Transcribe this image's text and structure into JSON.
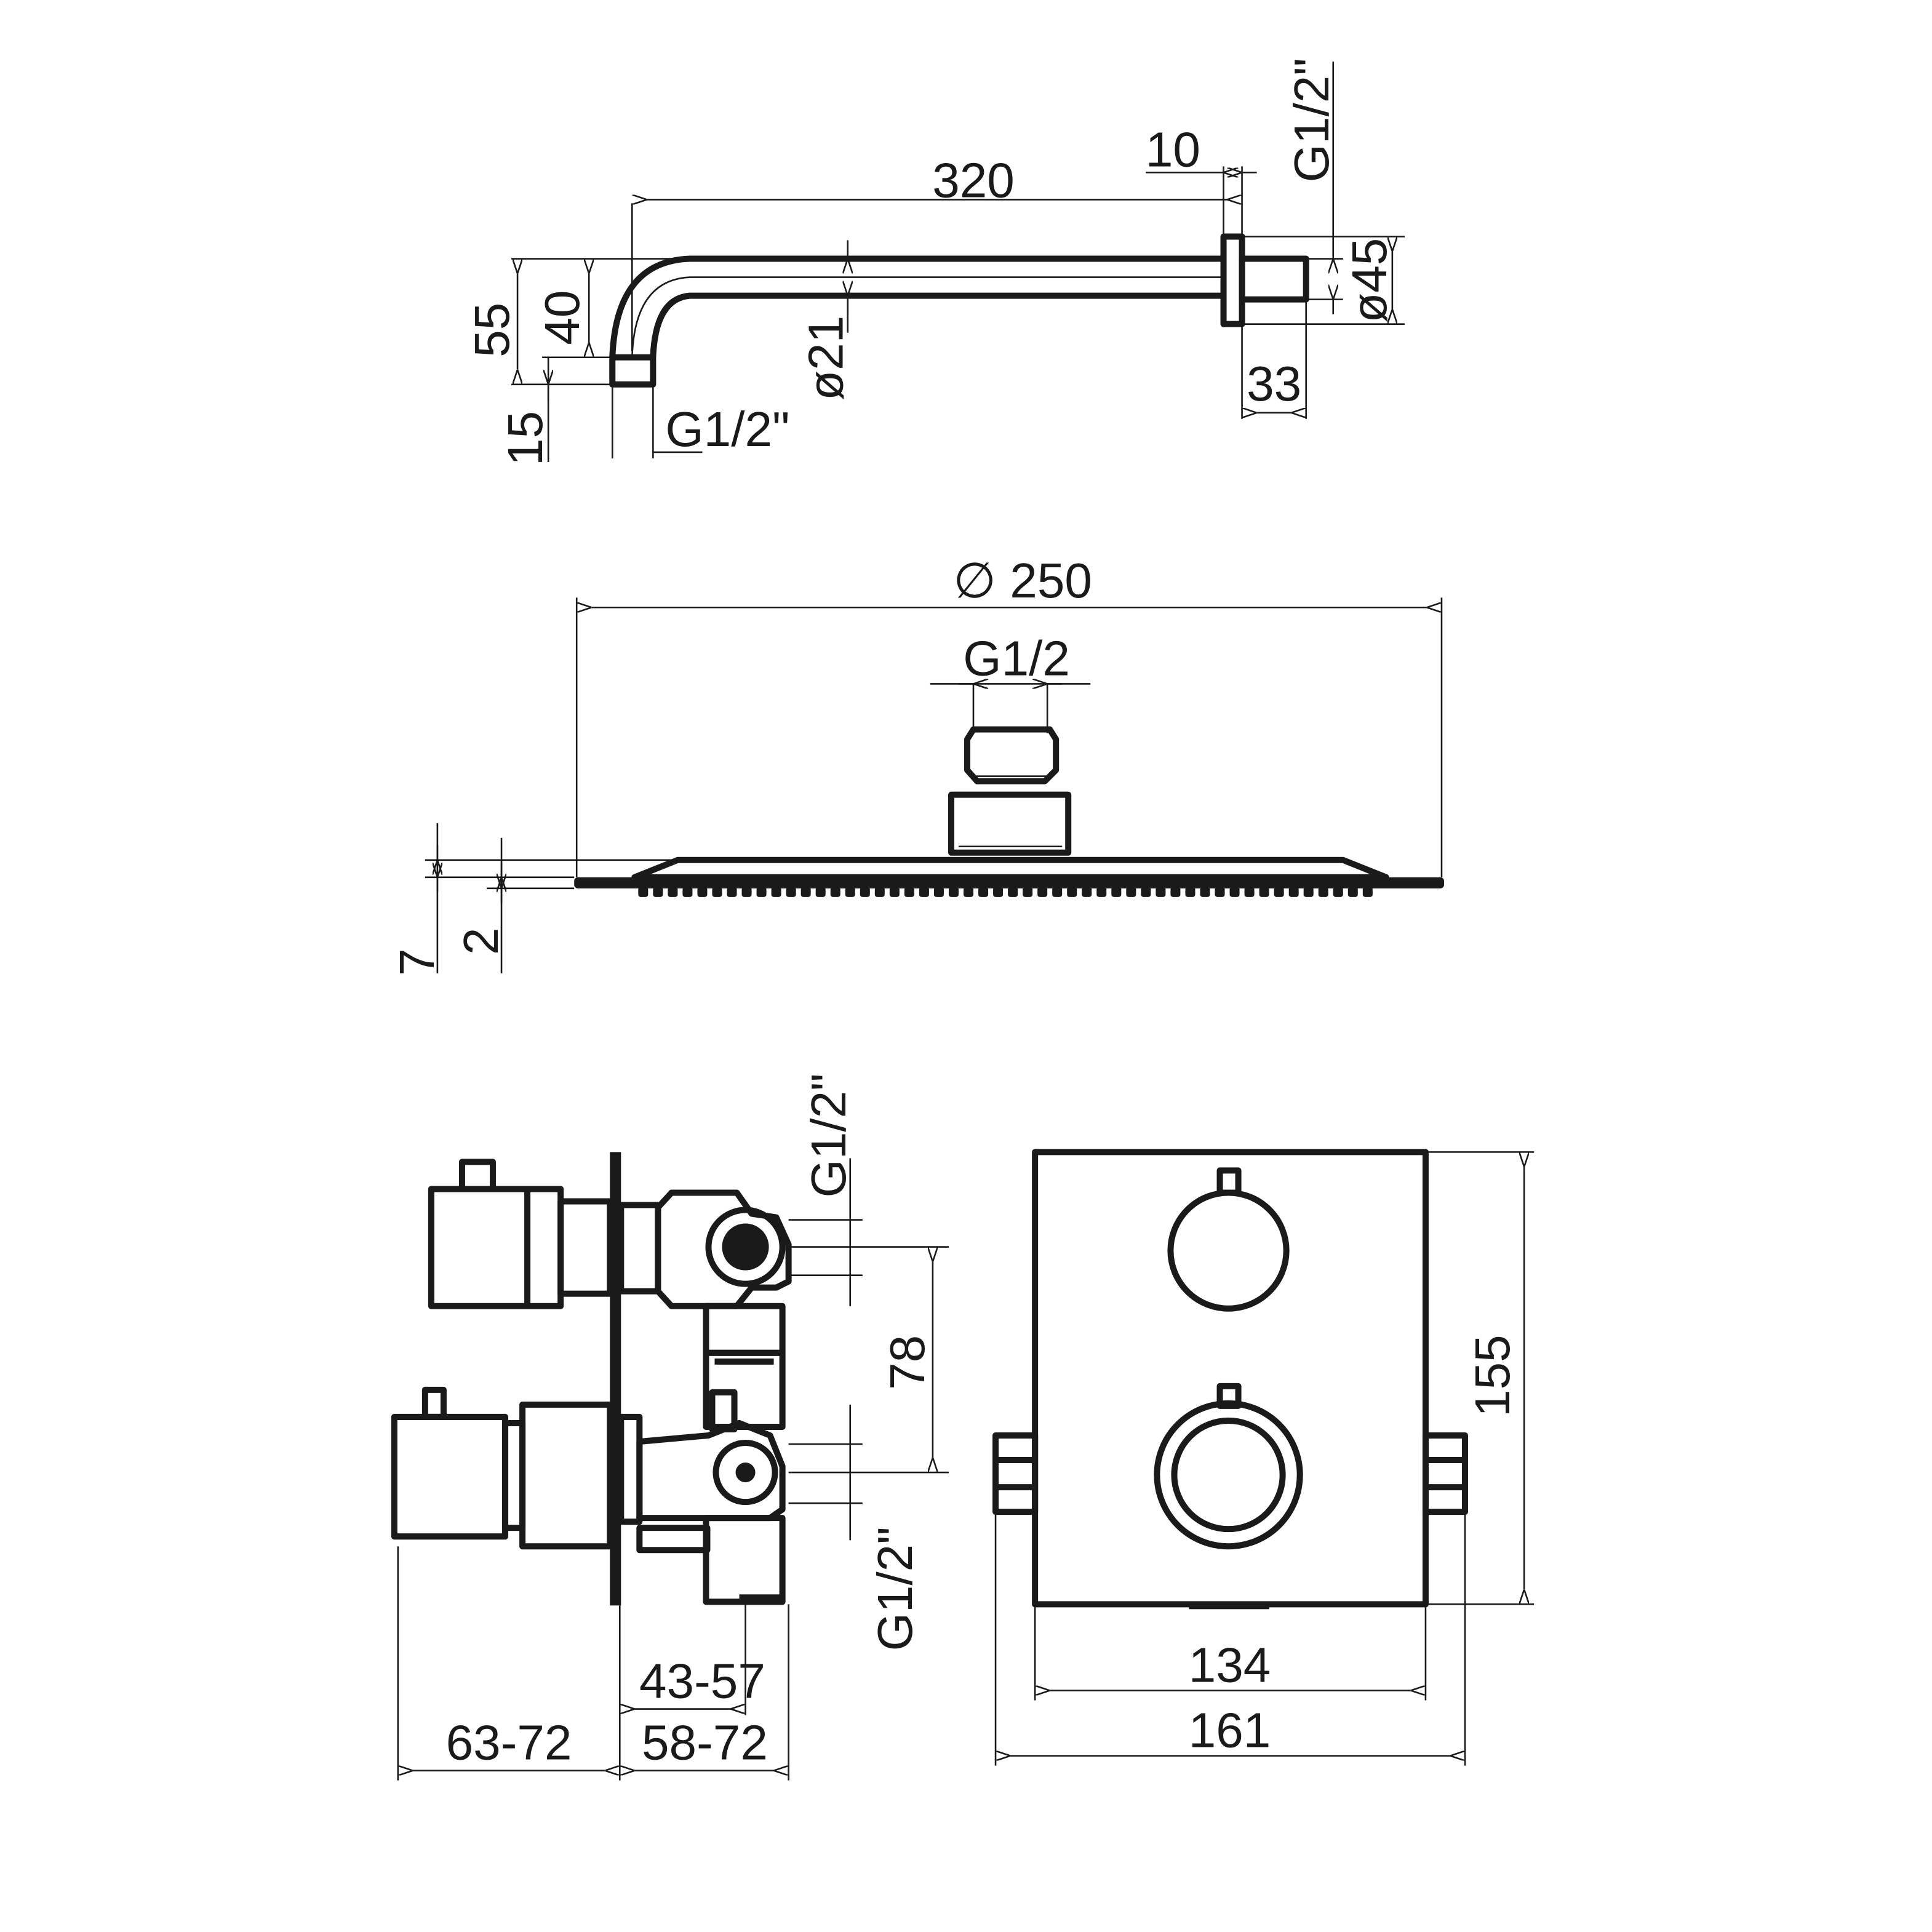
{
  "title": "Shower set technical drawing",
  "shower_arm": {
    "length": "320",
    "flange_offset": "10",
    "thread_wall": "G1/2\"",
    "flange_diameter": "ø45",
    "tube_diameter": "ø21",
    "nipple_length": "33",
    "height_total": "55",
    "height_bend": "40",
    "end_length": "15",
    "thread_outlet": "G1/2\""
  },
  "shower_head": {
    "diameter": "∅ 250",
    "thread": "G1/2",
    "thickness_total": "7",
    "thickness_plate": "2"
  },
  "valve_side": {
    "thread_top": "G1/2\"",
    "thread_bottom": "G1/2\"",
    "outlet_spacing": "78",
    "depth_range_inner": "43-57",
    "depth_range_front": "63-72",
    "depth_range_back": "58-72"
  },
  "valve_front": {
    "height": "155",
    "plate_width": "134",
    "total_width": "161"
  }
}
